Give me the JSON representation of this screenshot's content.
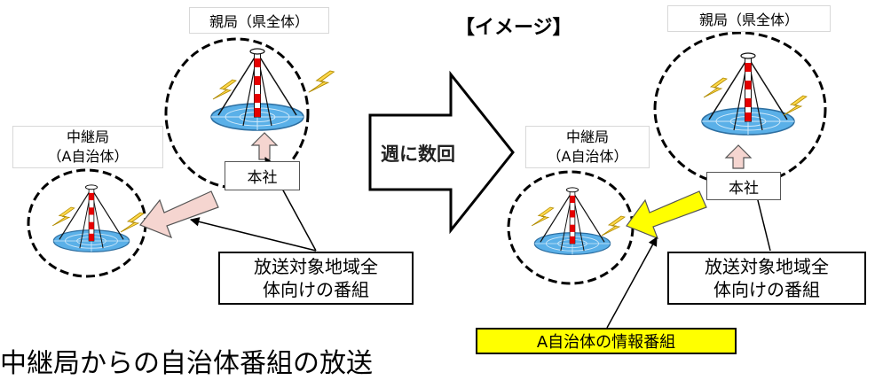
{
  "image_title": "【イメージ】",
  "arrow_label": "週に数回",
  "caption": "中継局からの自治体番組の放送",
  "left": {
    "parent_station": "親局（県全体）",
    "relay_station": [
      "中継局",
      "（A自治体）"
    ],
    "hq": "本社",
    "program": [
      "放送対象地域全",
      "体向けの番組"
    ]
  },
  "right": {
    "parent_station": "親局（県全体）",
    "relay_station": [
      "中継局",
      "（A自治体）"
    ],
    "hq": "本社",
    "program": [
      "放送対象地域全",
      "体向けの番組"
    ],
    "local_program": "A自治体の情報番組"
  },
  "colors": {
    "relay_arrow_left": "#f5d5d0",
    "relay_arrow_right": "#ffff00",
    "local_program_bg": "#ffff00",
    "dish": "#5ab0e8",
    "mast": "#e60000",
    "lightning": "#ffd84a"
  }
}
